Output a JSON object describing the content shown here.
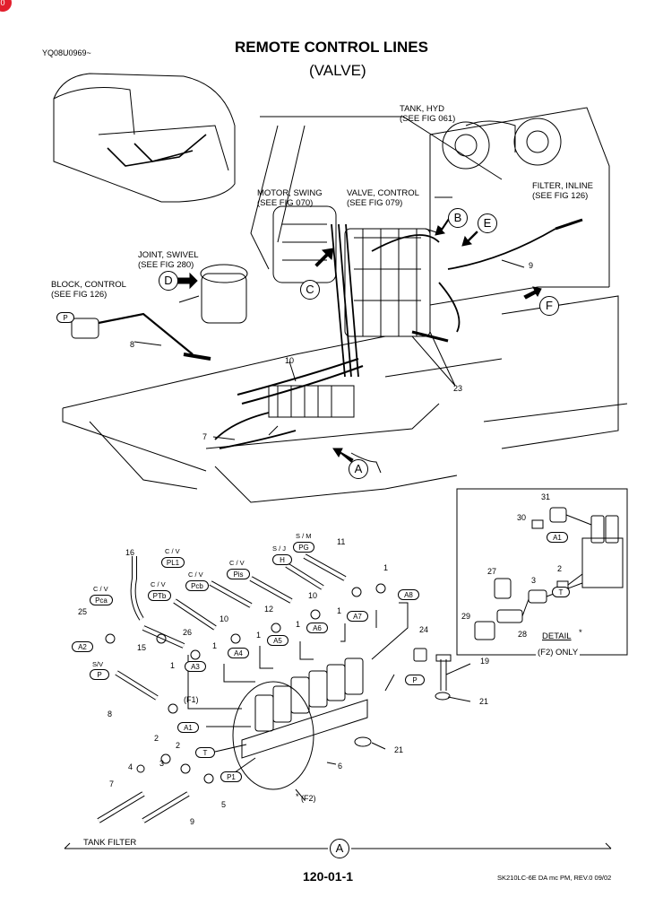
{
  "header": {
    "doc_code": "YQ08U0969~",
    "title": "REMOTE CONTROL LINES",
    "subtitle": "(VALVE)"
  },
  "refs": {
    "tank": [
      "TANK, HYD",
      "(SEE FIG 061)"
    ],
    "motor": [
      "MOTOR, SWING",
      "(SEE FIG 070)"
    ],
    "valve": [
      "VALVE, CONTROL",
      "(SEE FIG 079)"
    ],
    "filter": [
      "FILTER, INLINE",
      "(SEE FIG 126)"
    ],
    "joint": [
      "JOINT, SWIVEL",
      "(SEE FIG 280)"
    ],
    "block": [
      "BLOCK, CONTROL",
      "(SEE FIG 126)"
    ]
  },
  "callouts": {
    "A": "A",
    "B": "B",
    "C": "C",
    "D": "D",
    "E": "E",
    "F": "F"
  },
  "ports": {
    "P_top": "P",
    "PL1": "PL1",
    "PTb": "PTb",
    "Pca": "Pca",
    "Pcb": "Pcb",
    "Pis": "Pis",
    "H": "H",
    "PG": "PG",
    "A1": "A1",
    "A2": "A2",
    "A3": "A3",
    "A4": "A4",
    "A5": "A5",
    "A6": "A6",
    "A7": "A7",
    "A8": "A8",
    "P_low": "P",
    "T_low": "T",
    "P1": "P1",
    "P_bolt": "P",
    "A1_det": "A1",
    "T_det": "T"
  },
  "port_labels": {
    "cv1": "C / V",
    "cv2": "C / V",
    "cv3": "C / V",
    "cv4": "C / V",
    "cv5": "C / V",
    "sj": "S / J",
    "sm": "S / M",
    "sv": "S/V"
  },
  "parts": {
    "p8a": "8",
    "p10a": "10",
    "p7a": "7",
    "p9a": "9",
    "p23": "23",
    "p16": "16",
    "p11": "11",
    "p1a": "1",
    "p10b": "10",
    "p12": "12",
    "p1b": "1",
    "p10c": "10",
    "p1c": "1",
    "p25": "25",
    "p15": "15",
    "p26": "26",
    "p1d": "1",
    "p1e": "1",
    "p1f": "1",
    "p24": "24",
    "p19": "19",
    "p21a": "21",
    "p8b": "8",
    "p2a": "2",
    "p2b": "2",
    "p4": "4",
    "p3": "3",
    "p7b": "7",
    "p9b": "9",
    "p5": "5",
    "p6": "6",
    "p21b": "21",
    "f1": "(F1)",
    "f2": "(F2)",
    "d31": "31",
    "d30": "30",
    "d27": "27",
    "d3": "3",
    "d2": "2",
    "d29": "29",
    "d28": "28"
  },
  "detail": {
    "title": "DETAIL",
    "only": "(F2) ONLY"
  },
  "footer": {
    "tank_filter": "TANK FILTER",
    "view": "A",
    "page_no": "120-01-1",
    "model": "SK210LC-6E DA mc PM,  REV.0 09/02"
  }
}
